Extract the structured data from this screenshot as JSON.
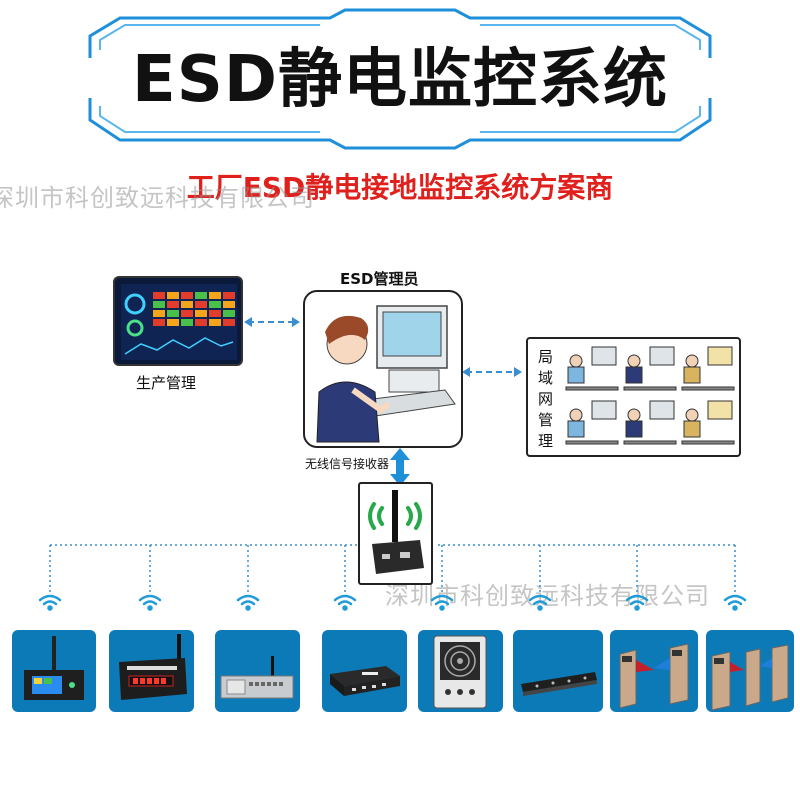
{
  "header": {
    "title": "ESD静电监控系统",
    "subtitle": "工厂ESD静电接地监控系统方案商"
  },
  "watermark": {
    "text": "深圳市科创致远科技有限公司"
  },
  "nodes": {
    "admin_label": "ESD管理员",
    "production_label": "生产管理",
    "lan_label_chars": [
      "局",
      "域",
      "网",
      "管",
      "理"
    ],
    "receiver_label": "无线信号接收器"
  },
  "colors": {
    "accent": "#1e8fd8",
    "title_text": "#111111",
    "subtitle": "#e0201c",
    "device_bg": "#0d7ab8",
    "link_line": "#3a8ed0"
  },
  "devices": [
    {
      "icon": "wireless-monitor-icon"
    },
    {
      "icon": "wireless-monitor-panel-icon"
    },
    {
      "icon": "rack-monitor-icon"
    },
    {
      "icon": "controller-box-icon"
    },
    {
      "icon": "ionizer-fan-icon"
    },
    {
      "icon": "grounding-bar-icon"
    },
    {
      "icon": "turnstile-gate-icon"
    },
    {
      "icon": "turnstile-gate-icon"
    }
  ]
}
